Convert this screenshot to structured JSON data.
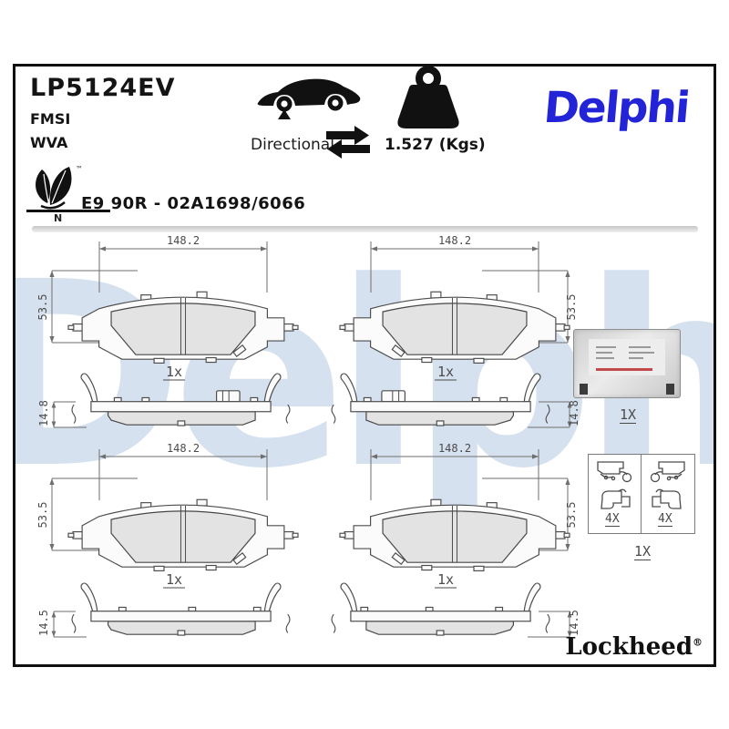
{
  "header": {
    "part_number": "LP5124EV",
    "fmsi_label": "FMSI",
    "wva_label": "WVA",
    "directional_label": "Directional",
    "weight": "1.527 (Kgs)",
    "brand_logo": "Delphi",
    "eco_tm": "™",
    "eco_n": "N",
    "approval": "E9 90R - 02A1698/6066"
  },
  "watermark": "Delphi",
  "front_views": [
    {
      "width": "148.2",
      "height": "53.5",
      "qty": "1x"
    },
    {
      "width": "148.2",
      "height": "53.5",
      "qty": "1x"
    },
    {
      "width": "148.2",
      "height": "53.5",
      "qty": "1x"
    },
    {
      "width": "148.2",
      "height": "53.5",
      "qty": "1x"
    }
  ],
  "side_views": [
    {
      "thickness": "14.8"
    },
    {
      "thickness": "14.8"
    },
    {
      "thickness": "14.5"
    },
    {
      "thickness": "14.5"
    }
  ],
  "accessories": {
    "grease_packet_qty": "1X",
    "clip_kit_qty": "1X",
    "clip_left_qty": "4X",
    "clip_right_qty": "4X"
  },
  "footer": {
    "sub_brand": "Lockheed",
    "registered": "®"
  },
  "colors": {
    "brand_blue": "#2323d8",
    "watermark_blue": "#d6e1ef",
    "drawing_gray": "#4d4d4d",
    "dim_gray": "#6e6e6e"
  }
}
